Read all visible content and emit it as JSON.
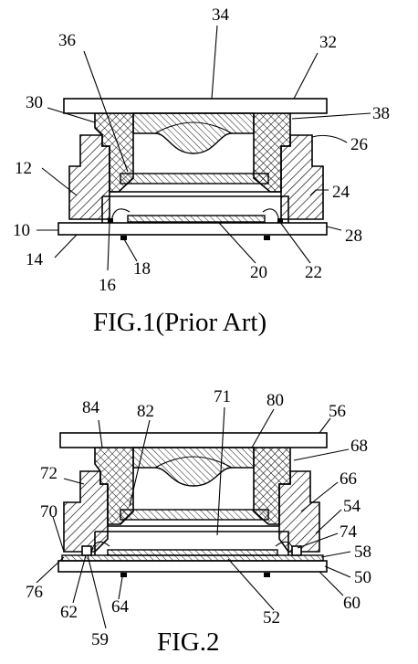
{
  "figures": [
    {
      "caption": "FIG.1(Prior Art)",
      "labels": [
        "34",
        "36",
        "32",
        "30",
        "38",
        "26",
        "12",
        "24",
        "10",
        "28",
        "14",
        "18",
        "20",
        "22",
        "16"
      ]
    },
    {
      "caption": "FIG.2",
      "labels": [
        "84",
        "82",
        "71",
        "80",
        "56",
        "68",
        "72",
        "66",
        "54",
        "70",
        "74",
        "58",
        "76",
        "50",
        "60",
        "62",
        "64",
        "52",
        "59"
      ]
    }
  ]
}
